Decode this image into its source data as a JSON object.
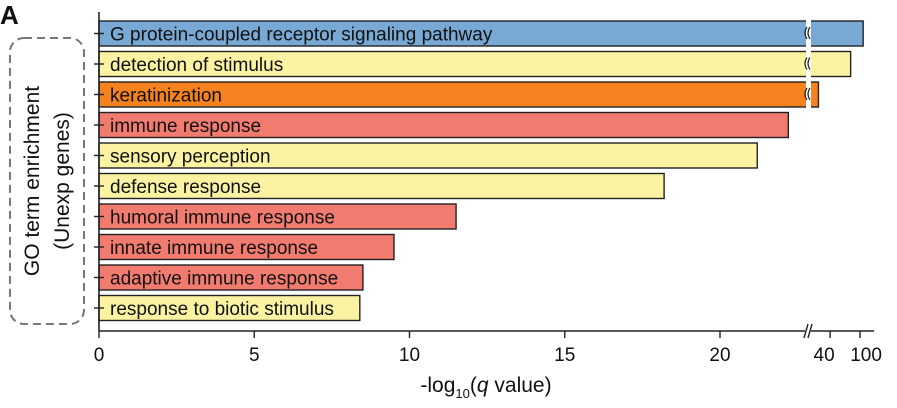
{
  "panel_label": "A",
  "chart_data": {
    "type": "bar",
    "orientation": "horizontal",
    "categories": [
      "G protein-coupled receptor signaling pathway",
      "detection of stimulus",
      "keratinization",
      "immune response",
      "sensory perception",
      "defense response",
      "humoral immune response",
      "innate immune response",
      "adaptive immune response",
      "response to biotic stimulus"
    ],
    "values": [
      110,
      75,
      28,
      22.2,
      21.2,
      18.2,
      11.5,
      9.5,
      8.5,
      8.4
    ],
    "colors": [
      "#78A8D4",
      "#FBF3A2",
      "#F5821F",
      "#F27B70",
      "#FBF3A2",
      "#FBF3A2",
      "#F27B70",
      "#F27B70",
      "#F27B70",
      "#FBF3A2"
    ],
    "ylabel_line1": "GO term enrichment",
    "ylabel_line2": "(Unexp genes)",
    "xlabel_prefix": "-log",
    "xlabel_sub": "10",
    "xlabel_paren_open": "(",
    "xlabel_q": "q",
    "xlabel_suffix": " value)",
    "linear_ticks": [
      "0",
      "5",
      "10",
      "15",
      "20"
    ],
    "linear_tick_values": [
      0,
      5,
      10,
      15,
      20
    ],
    "broken_ticks": [
      "40",
      "100"
    ],
    "broken_tick_values": [
      40,
      100
    ],
    "axis_break": {
      "linear_max": 23,
      "upper_range": [
        23,
        120
      ]
    },
    "grid": false
  }
}
